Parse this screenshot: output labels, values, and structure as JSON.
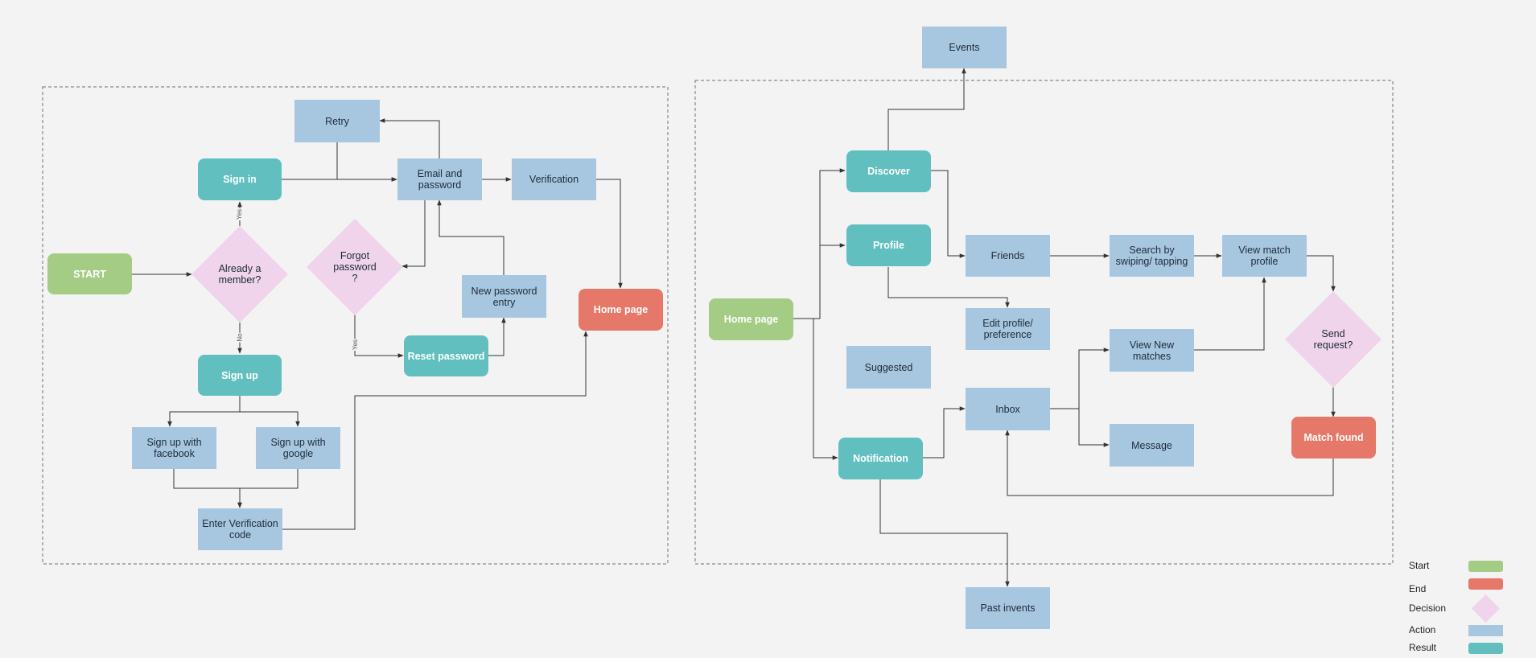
{
  "login_flow": {
    "start": "START",
    "already_member": "Already a\nmember?",
    "sign_in": "Sign in",
    "sign_up": "Sign up",
    "retry": "Retry",
    "email_password": "Email and\npassword",
    "verification": "Verification",
    "forgot_password": "Forgot\npassword\n?",
    "new_password_entry": "New password\nentry",
    "reset_password": "Reset password",
    "home_page": "Home page",
    "sign_up_facebook": "Sign up with\nfacebook",
    "sign_up_google": "Sign up with\ngoogle",
    "enter_verification_code": "Enter Verification\ncode",
    "label_yes": "Yes",
    "label_no": "No",
    "label_yes_forgot": "Yes"
  },
  "app_flow": {
    "events": "Events",
    "discover": "Discover",
    "profile": "Profile",
    "home_page": "Home page",
    "friends": "Friends",
    "search_swiping": "Search by\nswiping/ tapping",
    "view_match_profile": "View match profile",
    "edit_profile": "Edit profile/\npreference",
    "suggested": "Suggested",
    "view_new_matches": "View New\nmatches",
    "send_request": "Send\nrequest?",
    "inbox": "Inbox",
    "match_found": "Match found",
    "message": "Message",
    "notification": "Notification",
    "past_events": "Past invents"
  },
  "legend": {
    "start": "Start",
    "end": "End",
    "decision": "Decision",
    "action": "Action",
    "result": "Result"
  },
  "colors": {
    "start": "#a5cc84",
    "end": "#e57868",
    "decision": "#efd4ec",
    "action": "#a7c7e0",
    "result": "#61bfc0"
  }
}
